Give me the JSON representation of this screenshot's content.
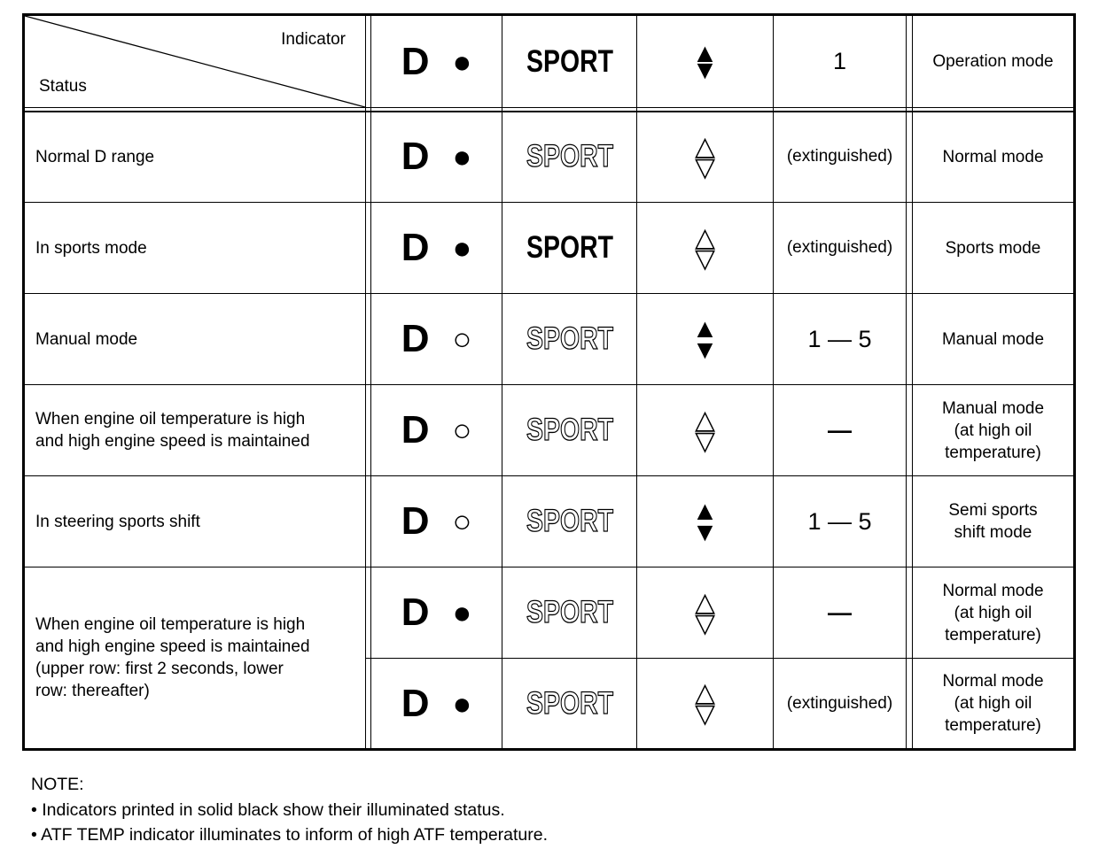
{
  "table": {
    "corner": {
      "indicator_label": "Indicator",
      "status_label": "Status"
    },
    "header": {
      "d": "D",
      "dot": "●",
      "sport": "SPORT",
      "sport_style": "solid",
      "up": "▲",
      "down": "▼",
      "gear": "1",
      "mode": "Operation mode"
    },
    "rows": [
      {
        "status": "Normal D range",
        "d": "D",
        "dot": "●",
        "sport": "SPORT",
        "sport_style": "outline",
        "up": "△",
        "down": "▽",
        "gear": "(extinguished)",
        "mode": "Normal mode"
      },
      {
        "status": "In sports mode",
        "d": "D",
        "dot": "●",
        "sport": "SPORT",
        "sport_style": "solid",
        "up": "△",
        "down": "▽",
        "gear": "(extinguished)",
        "mode": "Sports mode"
      },
      {
        "status": "Manual mode",
        "d": "D",
        "dot": "○",
        "sport": "SPORT",
        "sport_style": "outline",
        "up": "▲",
        "down": "▼",
        "gear": "1 — 5",
        "mode": "Manual mode"
      },
      {
        "status": "When engine oil temperature is high\nand high engine speed is maintained",
        "d": "D",
        "dot": "○",
        "sport": "SPORT",
        "sport_style": "outline",
        "up": "△",
        "down": "▽",
        "gear": "—",
        "mode": "Manual mode\n(at high oil\ntemperature)"
      },
      {
        "status": "In steering sports shift",
        "d": "D",
        "dot": "○",
        "sport": "SPORT",
        "sport_style": "outline",
        "up": "▲",
        "down": "▼",
        "gear": "1 — 5",
        "mode": "Semi sports\nshift mode"
      },
      {
        "status": "When engine oil temperature is high\nand high engine speed is maintained\n(upper row: first 2 seconds, lower\nrow: thereafter)",
        "d": "D",
        "dot": "●",
        "sport": "SPORT",
        "sport_style": "outline",
        "up": "△",
        "down": "▽",
        "gear": "—",
        "mode": "Normal mode\n(at high oil\ntemperature)"
      },
      {
        "d": "D",
        "dot": "●",
        "sport": "SPORT",
        "sport_style": "outline",
        "up": "△",
        "down": "▽",
        "gear": "(extinguished)",
        "mode": "Normal mode\n(at high oil\ntemperature)"
      }
    ]
  },
  "note": {
    "title": "NOTE:",
    "items": [
      "• Indicators printed in solid black show their illuminated status.",
      "• ATF TEMP indicator illuminates to inform of high ATF temperature."
    ]
  }
}
